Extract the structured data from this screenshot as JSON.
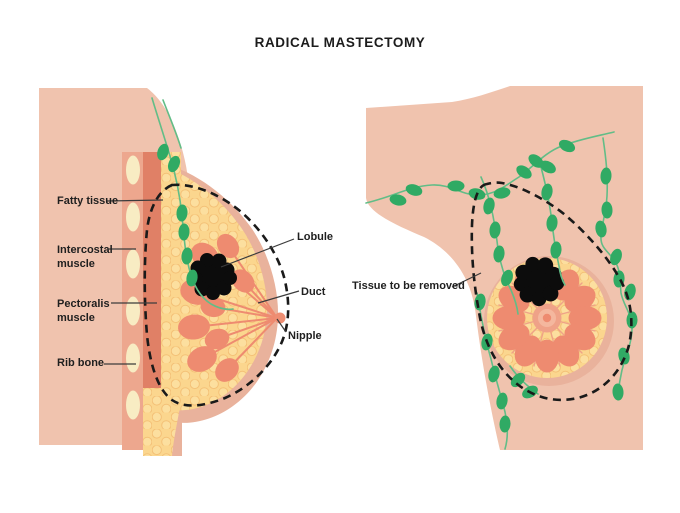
{
  "title": "RADICAL MASTECTOMY",
  "left_diagram": {
    "description": "Breast side (profile) cross-section with tumor, lymph nodes and dashed resection outline",
    "labels": {
      "fatty_tissue": "Fatty tissue",
      "intercostal_muscle": "Intercostal muscle",
      "pectoralis_muscle": "Pectoralis muscle",
      "rib_bone": "Rib bone",
      "lobule": "Lobule",
      "duct": "Duct",
      "nipple": "Nipple"
    }
  },
  "right_diagram": {
    "description": "Breast front view on torso with axillary lymph node chains and dashed resection outline",
    "labels": {
      "tissue_to_be_removed": "Tissue to be removed"
    }
  },
  "colors": {
    "skin": "#f0c3ae",
    "skin_shade": "#e9b29c",
    "intercostal_muscle": "#eda78e",
    "pectoralis_muscle": "#e08066",
    "rib_bone": "#f8ecc3",
    "fatty_tissue": "#fbd68e",
    "fat_lobe": "#fcdf9f",
    "fat_lobe_edge": "#f4c177",
    "lobule": "#ee8b70",
    "areola_outer": "#efa288",
    "areola_inner": "#f4b79e",
    "nipple": "#ee8e73",
    "lymph_node": "#30aa64",
    "lymph_vessel": "#62bd87",
    "tumor": "#0c0c0c",
    "dashed_outline": "#1a1a1a",
    "label_text": "#1f1f1f"
  }
}
